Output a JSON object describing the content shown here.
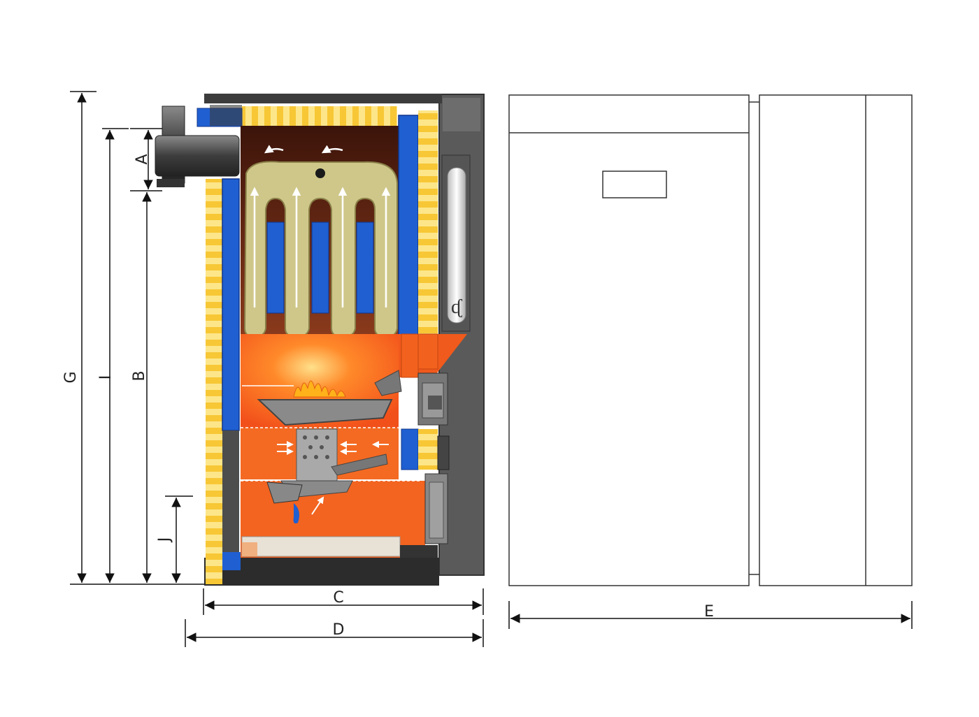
{
  "labels": {
    "A": "A",
    "B": "B",
    "C": "C",
    "D": "D",
    "E": "E",
    "G": "G",
    "I": "I",
    "J": "J"
  },
  "colors": {
    "insulation_yellow": "#f7c735",
    "insulation_light": "#fde68a",
    "water_jacket_blue": "#1f5fd1",
    "flue_zone": "#5a2412",
    "fire_orange": "#ff6a1a",
    "fire_core": "#ffd25a",
    "heat_exchanger": "#cfc78a",
    "casing_dark": "#4a4a4a",
    "casing_mid": "#6d6d6d",
    "line": "#333333"
  },
  "icons": [
    "fire-icon",
    "airflow-arrow-icon",
    "thermometer-icon"
  ]
}
